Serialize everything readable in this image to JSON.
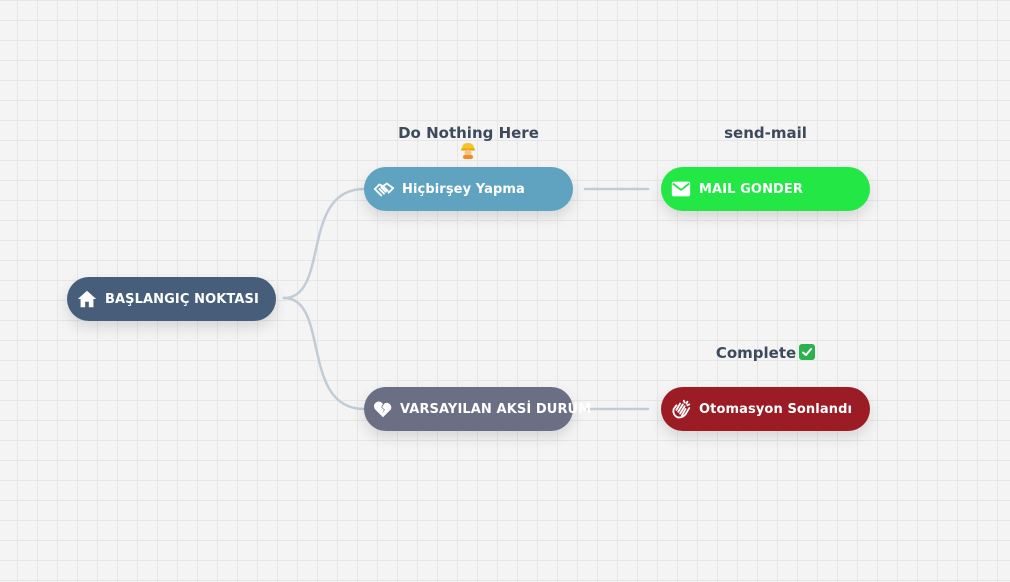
{
  "nodes": {
    "start": {
      "label": "BAŞLANGIÇ NOKTASI",
      "icon": "home-icon",
      "color": "#465e7a"
    },
    "nothing": {
      "label": "Hiçbirşey Yapma",
      "icon": "handshake-icon",
      "color": "#5fa3c0",
      "caption": "Do Nothing Here",
      "caption_emoji": "construction-worker-emoji"
    },
    "mail": {
      "label": "MAIL GONDER",
      "icon": "envelope-icon",
      "color": "#22e744",
      "caption": "send-mail"
    },
    "default": {
      "label": "VARSAYILAN AKSİ DURUM",
      "icon": "broken-heart-icon",
      "color": "#6b6f84"
    },
    "end": {
      "label": "Otomasyon Sonlandı",
      "icon": "clapping-hands-icon",
      "color": "#9b1c25",
      "caption": "Complete",
      "caption_emoji": "check-mark-emoji"
    }
  },
  "edges": [
    {
      "from": "start",
      "to": "nothing"
    },
    {
      "from": "start",
      "to": "default"
    },
    {
      "from": "nothing",
      "to": "mail"
    },
    {
      "from": "default",
      "to": "end"
    }
  ],
  "colors": {
    "connector": "#c2ccd6",
    "caption_text": "#3d4a5c",
    "grid": "#e6e6e6",
    "background": "#f4f4f4"
  }
}
